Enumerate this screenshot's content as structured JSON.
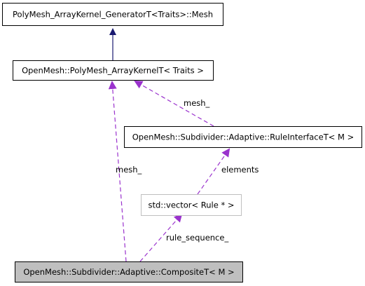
{
  "colors": {
    "node_border": "#000000",
    "node_border_muted": "#bfbfbf",
    "node_fill": "#ffffff",
    "focus_fill": "#bfbfbf",
    "inherit_edge": "#191970",
    "usage_edge": "#9a32cd"
  },
  "nodes": {
    "generator_mesh": {
      "label": "PolyMesh_ArrayKernel_GeneratorT<Traits>::Mesh"
    },
    "polymesh_kernel": {
      "label": "OpenMesh::PolyMesh_ArrayKernelT< Traits >"
    },
    "rule_interface": {
      "label": "OpenMesh::Subdivider::Adaptive::RuleInterfaceT< M >"
    },
    "std_vector": {
      "label": "std::vector< Rule * >"
    },
    "composite": {
      "label": "OpenMesh::Subdivider::Adaptive::CompositeT< M >"
    }
  },
  "edges": {
    "mesh_ruleinterface": {
      "label": "mesh_"
    },
    "elements": {
      "label": "elements"
    },
    "mesh_composite": {
      "label": "mesh_"
    },
    "rule_sequence": {
      "label": "rule_sequence_"
    }
  }
}
